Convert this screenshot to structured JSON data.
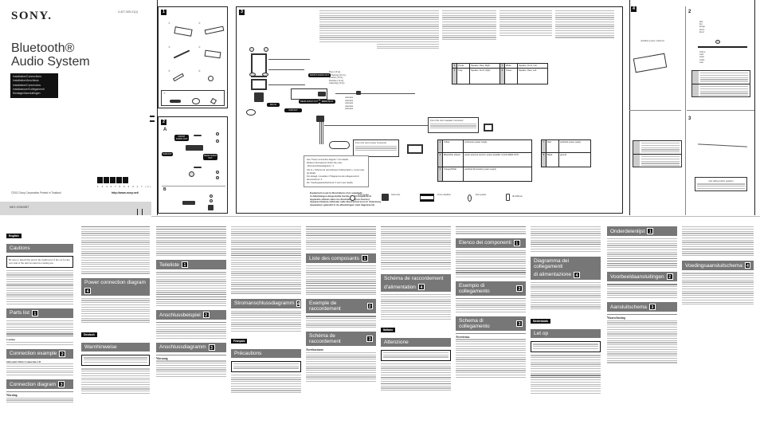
{
  "cover": {
    "brand": "SONY.",
    "doc_number": "4-427-305-21(1)",
    "title_line1": "Bluetooth®",
    "title_line2": "Audio System",
    "languages_box": [
      "Installation/Connections",
      "Installation/Anschluss",
      "Installation/Connexions",
      "Installazione/Collegamenti",
      "Montage/Aansluitingen"
    ],
    "barcode_number": "1 4 4 3 7 9 0 3 3 1 7 (1)",
    "copyright": "©2012 Sony Corporation   Printed in Thailand",
    "url": "http://www.sony.net/",
    "model": "MEX-GS600BT"
  },
  "panel1": {
    "number": "1",
    "parts": [
      "①",
      "②",
      "③",
      "④",
      "⑤",
      "⑥",
      "⑦"
    ]
  },
  "panel2": {
    "number": "2",
    "sub_a": "A",
    "sub_b": "B",
    "tags": [
      "FRONT AUDIO OUT",
      "SUB OUT",
      "REAR AUDIO OUT"
    ]
  },
  "panel3": {
    "number": "3",
    "tags": [
      "FRONT AUDIO OUT",
      "REAR AUDIO OUT",
      "SUB OUT",
      "REMOTE IN",
      "MIC IN"
    ],
    "fuse_label": [
      "Fuse (10 A)",
      "Sicherung (10 A)",
      "Fusible (10 A)",
      "Fusibile (10 A)",
      "Zekering (10 A)"
    ],
    "antenna_label": [
      "Antenna",
      "Antenne",
      "Antenne",
      "Antenna",
      "Antenne"
    ],
    "note_power": "From the car's power connector",
    "note_speaker": "From the car's speaker connector",
    "see_notes": [
      "See \"Power connection diagram\" 4 for details.",
      "Weitere Informationen finden Sie unter „Stromanschlussdiagramm\" 4.",
      "Voir le « Schéma de raccordement d'alimentation » 4 pour plus de détails.",
      "Per dettagli, consultare il \"Diagramma dei collegamenti di alimentazione\" 4.",
      "Zie \"Voedingsaansluitschema\" 4 voor meer details."
    ],
    "legend_title": [
      "Equipment used in illustrations (not supplied)",
      "In Abbildungen dargestellte Geräte (nicht mitgeliefert)",
      "Appareils utilisés dans les illustrations (non fournis)",
      "Apparecchiature utilizzate nelle illustrazioni (non in dotazione)",
      "Apparatuur gebruikt in de afbeeldingen (niet bijgeleverd)"
    ],
    "legend_items": [
      {
        "icon": "front-speaker-icon",
        "label": "Front speaker"
      },
      {
        "icon": "subwoofer-icon",
        "label": "Subwoofer"
      },
      {
        "icon": "power-amplifier-icon",
        "label": "Power amplifier"
      },
      {
        "icon": "rear-speaker-icon",
        "label": "Rear speaker"
      },
      {
        "icon": "ipod-iphone-icon",
        "label": "iPod/iPhone"
      }
    ]
  },
  "wiring_table_top": [
    {
      "num": "5",
      "colors": "Purple",
      "desc": "Speaker, Rear, Right"
    },
    {
      "num": "6",
      "colors": "Gray",
      "desc": "Speaker, Front, Right"
    },
    {
      "num": "7",
      "colors": "White",
      "desc": "Speaker, Front, Left"
    },
    {
      "num": "8",
      "colors": "Green",
      "desc": "Speaker, Rear, Left"
    }
  ],
  "wiring_table_bottom": [
    {
      "num": "4",
      "colors": "Yellow",
      "desc": "continuous power supply"
    },
    {
      "num": "5",
      "colors": "Blue/white striped",
      "desc": "power antenna control / power amplifier control (REM OUT)"
    },
    {
      "num": "6",
      "colors": "Orange/White",
      "desc": "switched illumination power supply"
    },
    {
      "num": "7",
      "colors": "Red",
      "desc": "switched power supply"
    },
    {
      "num": "8",
      "colors": "Black",
      "desc": "ground"
    }
  ],
  "right_panels": {
    "panel_number": "4",
    "sub2": "2",
    "sub3": "3",
    "connector_label": "Auxiliary power connector",
    "wire_top": [
      "Red",
      "Rot",
      "Rouge",
      "Rosso",
      "Rood"
    ],
    "wire_bottom": [
      "Yellow",
      "Gelb",
      "Jaune",
      "Giallo",
      "Geel"
    ],
    "acc_note": "Car without ACC position"
  },
  "english": {
    "lang": "English",
    "cautions_header": "Cautions",
    "caution_boxed": "Be sure to install this unit in the dashboard of the car for the rear side of the unit becomes hot during use.",
    "parts_header": "Parts list",
    "parts_num": "1",
    "caution_label": "Caution",
    "connection_example_header": "Connection example",
    "connection_example_num": "2",
    "subwoofer_title": "Subwoofer Direct Connection 2-B",
    "connection_diagram_header": "Connection diagram",
    "connection_diagram_num": "3",
    "warning": "Warning",
    "power_header": "Power connection diagram",
    "power_num": "4"
  },
  "deutsch": {
    "lang": "Deutsch",
    "warn_header": "Warnhinweise",
    "parts_header": "Teileliste",
    "parts_num": "1",
    "example_header": "Anschlussbeispiel",
    "example_num": "2",
    "diagram_header": "Anschlussdiagramm",
    "diagram_num": "3",
    "power_header": "Stromanschlussdiagramm",
    "power_num": "4",
    "warning": "Warnung"
  },
  "francais": {
    "lang": "Français",
    "warn_header": "Précautions",
    "parts_header": "Liste des composants",
    "parts_num": "1",
    "example_header": "Exemple de raccordement",
    "example_num": "2",
    "diagram_header": "Schéma de raccordement",
    "diagram_num": "3",
    "power_header_1": "Schéma de raccordement",
    "power_header_2": "d'alimentation",
    "power_num": "4",
    "warning": "Avertissement"
  },
  "italiano": {
    "lang": "Italiano",
    "warn_header": "Attenzione",
    "parts_header": "Elenco dei componenti",
    "parts_num": "1",
    "example_header": "Esempio di collegamento",
    "example_num": "2",
    "diagram_header": "Schema di collegamento",
    "diagram_num": "3",
    "power_header_1": "Diagramma dei collegamenti",
    "power_header_2": "di alimentazione",
    "power_num": "4",
    "warning": "Avvertenza"
  },
  "nederlands": {
    "lang": "Nederlands",
    "warn_header": "Let op",
    "parts_header": "Onderdelenlijst",
    "parts_num": "1",
    "example_header": "Voorbeeldaansluitingen",
    "example_num": "2",
    "diagram_header": "Aansluitschema",
    "diagram_num": "3",
    "power_header": "Voedingsaansluitschema",
    "power_num": "4",
    "warning": "Waarschuwing"
  }
}
